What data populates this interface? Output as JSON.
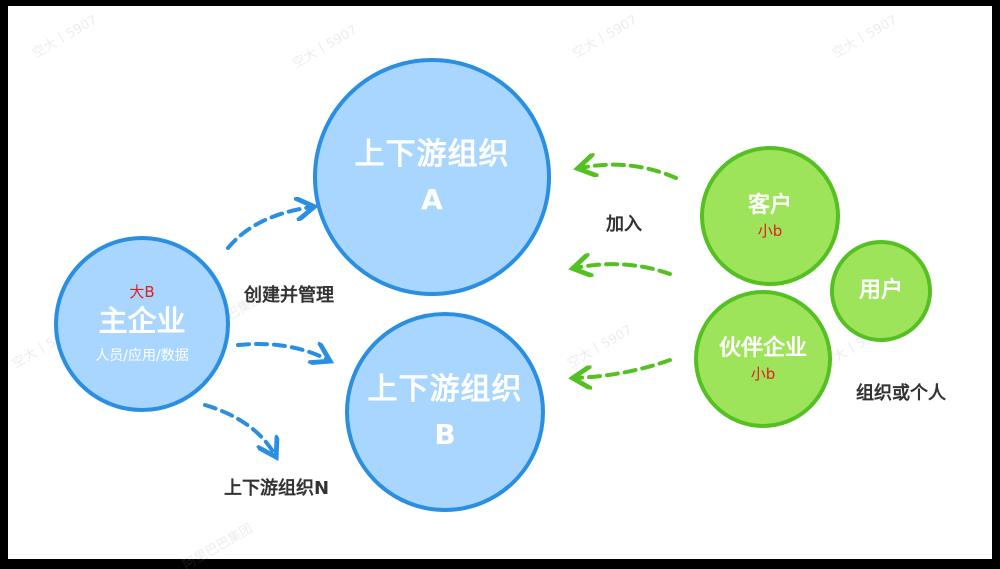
{
  "nodes": {
    "main_enterprise": {
      "tag": "大B",
      "title": "主企业",
      "desc": "人员/应用/数据"
    },
    "org_a": {
      "title": "上下游组织",
      "sub": "A"
    },
    "org_b": {
      "title": "上下游组织",
      "sub": "B"
    },
    "customer": {
      "title": "客户",
      "tag": "小b"
    },
    "user": {
      "title": "用户"
    },
    "partner": {
      "title": "伙伴企业",
      "tag": "小b"
    }
  },
  "labels": {
    "create_manage": "创建并管理",
    "org_n": "上下游组织N",
    "join": "加入",
    "org_or_person": "组织或个人"
  },
  "watermarks": [
    "空大丨5907",
    "阿里巴巴集团"
  ],
  "colors": {
    "blue_fill": "#a9d6ff",
    "blue_stroke": "#2a8fe0",
    "green_fill": "#9ee45a",
    "green_stroke": "#55c021",
    "tag_red": "#e02020",
    "label_text": "#333333"
  }
}
